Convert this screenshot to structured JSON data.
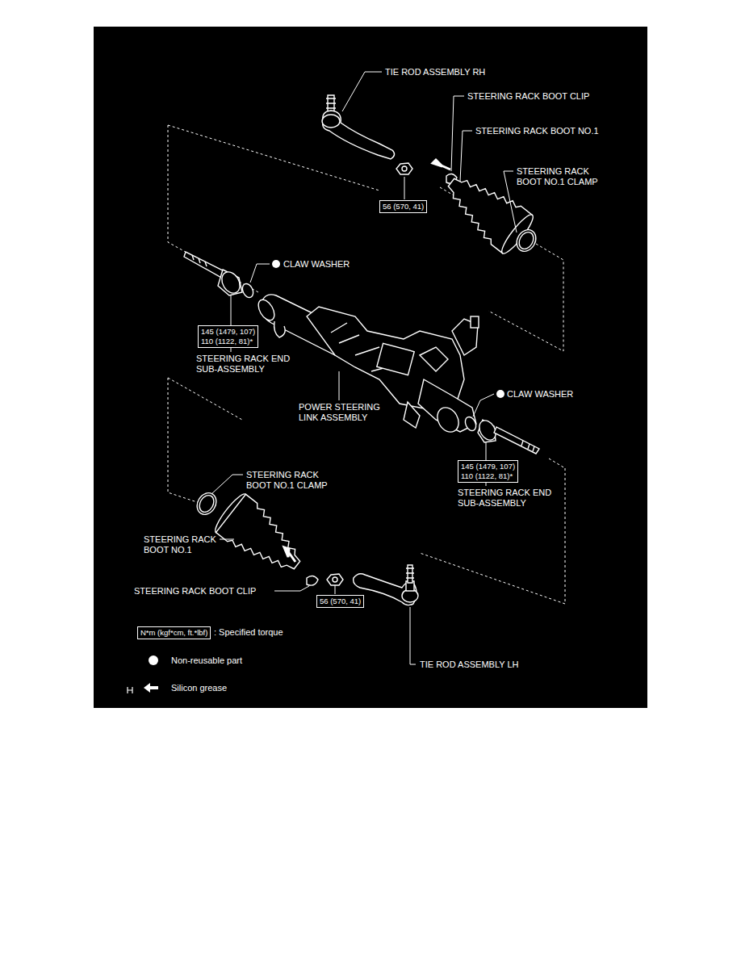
{
  "diagram": {
    "nodes": [
      {
        "text": [
          "56 (570, 41)"
        ]
      },
      {
        "text": [
          "145 (1479, 107)",
          "110 (1122, 81)*"
        ]
      },
      {
        "text": [
          "145 (1479, 107)",
          "110 (1122, 81)*"
        ]
      },
      {
        "text": [
          "56 (570, 41)"
        ]
      },
      {
        "text": [
          "N*m (kgf*cm, ft.*lbf)"
        ]
      }
    ],
    "labels": [
      "TIE ROD ASSEMBLY RH",
      "STEERING RACK BOOT CLIP",
      "STEERING RACK BOOT NO.1",
      "STEERING RACK BOOT NO.1 CLAMP",
      "CLAW WASHER",
      "STEERING RACK END SUB-ASSEMBLY",
      "POWER STEERING LINK ASSEMBLY",
      "CLAW WASHER",
      "STEERING RACK END SUB-ASSEMBLY",
      "STEERING RACK BOOT NO.1 CLAMP",
      "STEERING RACK BOOT NO.1",
      "STEERING RACK BOOT CLIP",
      "TIE ROD ASSEMBLY LH"
    ],
    "legend": [
      {
        "text": ": Specified torque"
      },
      {
        "text": "Non-reusable part"
      },
      {
        "text": "Silicon grease"
      }
    ]
  }
}
